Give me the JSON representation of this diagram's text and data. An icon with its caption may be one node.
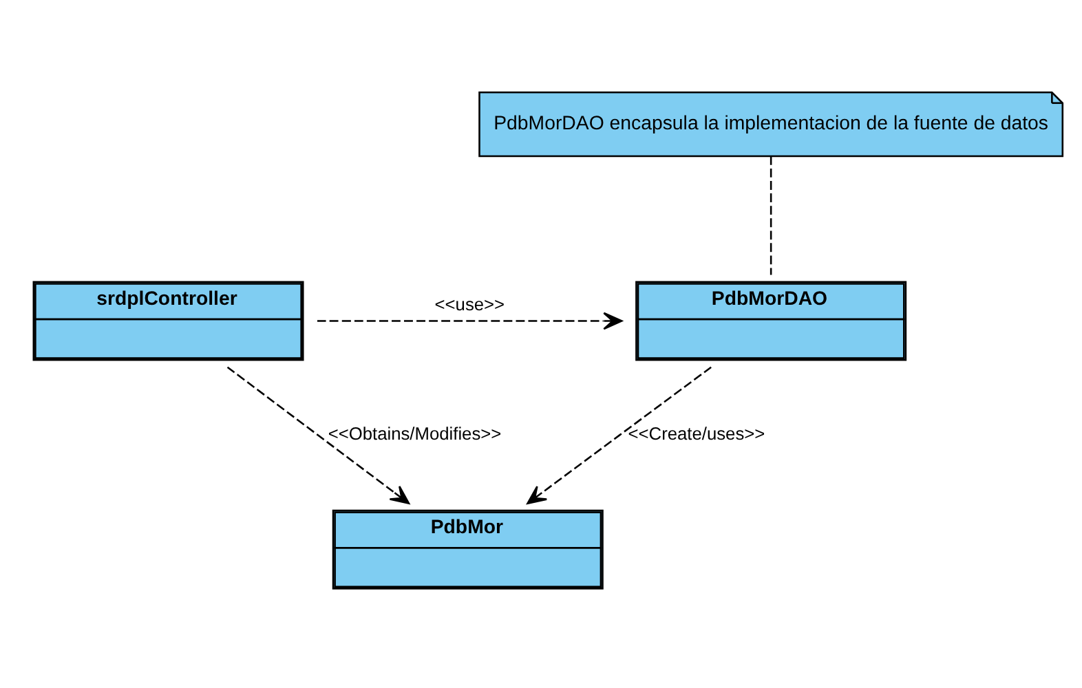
{
  "diagram": {
    "nodes": [
      {
        "text": [
          "srdplController"
        ]
      },
      {
        "text": [
          "PdbMorDAO"
        ]
      },
      {
        "text": [
          "PdbMor"
        ]
      },
      {
        "text": [
          "PdbMorDAO encapsula la implementacion de la fuente de datos"
        ]
      }
    ],
    "edges": [
      {
        "from": 0,
        "to": 1,
        "arrow": "to",
        "label": "<<use>>",
        "style": "dashed"
      },
      {
        "from": 1,
        "to": 2,
        "arrow": "to",
        "label": "<<Create/uses>>",
        "style": "dashed"
      },
      {
        "from": 0,
        "to": 2,
        "arrow": "to",
        "label": "<<Obtains/Modifies>>",
        "style": "dashed"
      },
      {
        "from": 3,
        "to": 1,
        "arrow": "none",
        "style": "dashed"
      }
    ]
  }
}
